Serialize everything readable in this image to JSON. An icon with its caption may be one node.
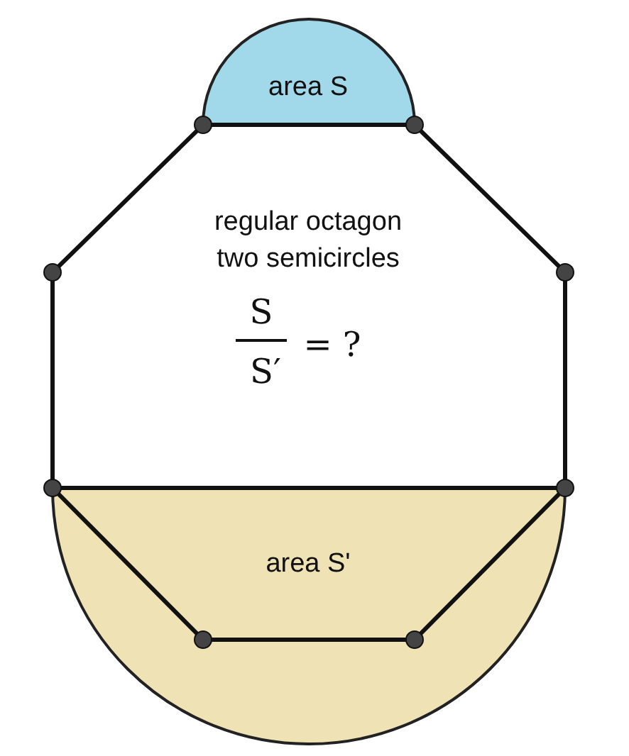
{
  "diagram": {
    "labels": [
      "area S",
      "regular octagon",
      "two semicircles",
      "S",
      "S′",
      "= ?",
      "area S'"
    ]
  }
}
